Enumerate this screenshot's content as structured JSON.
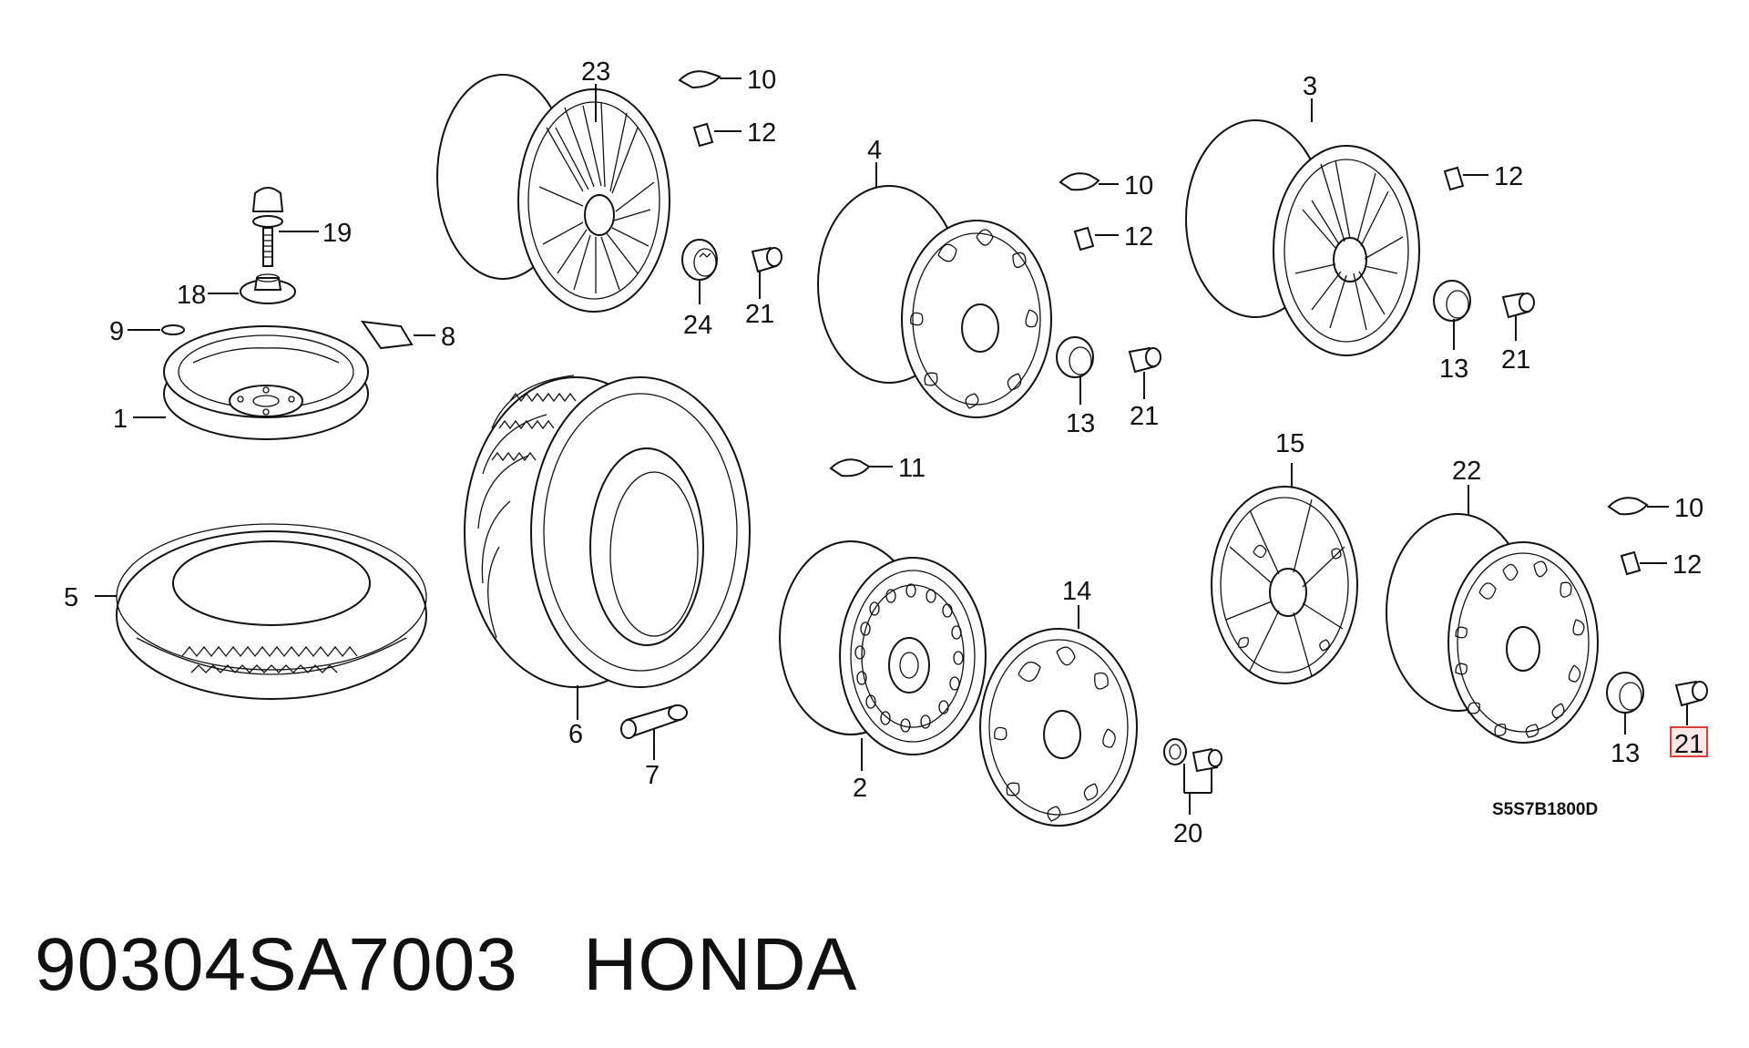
{
  "callouts": {
    "c1": "1",
    "c2": "2",
    "c3": "3",
    "c4": "4",
    "c5": "5",
    "c6": "6",
    "c7": "7",
    "c8": "8",
    "c9": "9",
    "c10a": "10",
    "c10b": "10",
    "c10c": "10",
    "c11": "11",
    "c12a": "12",
    "c12b": "12",
    "c12c": "12",
    "c12d": "12",
    "c13a": "13",
    "c13b": "13",
    "c13c": "13",
    "c14": "14",
    "c15": "15",
    "c18": "18",
    "c19": "19",
    "c20": "20",
    "c21a": "21",
    "c21b": "21",
    "c21c": "21",
    "c21d": "21",
    "c22": "22",
    "c23": "23",
    "c24": "24"
  },
  "drawing_code": "S5S7B1800D",
  "caption": {
    "part_number": "90304SA7003",
    "brand": "HONDA"
  },
  "highlight_color": "#e03c3c"
}
